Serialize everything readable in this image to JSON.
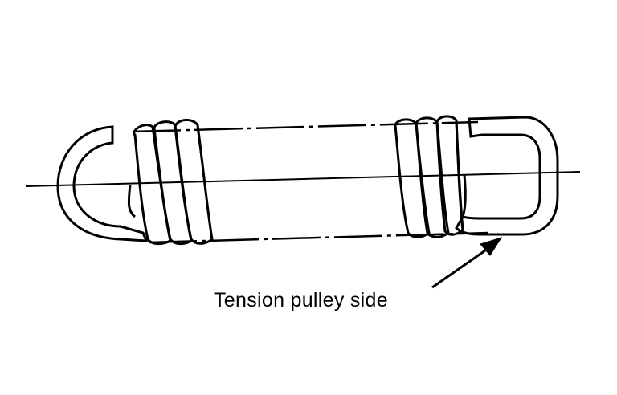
{
  "diagram": {
    "subject": "tension spring",
    "callout": {
      "text": "Tension pulley side",
      "target": "right-hook"
    },
    "colors": {
      "ink": "#000000",
      "background": "#ffffff"
    }
  }
}
